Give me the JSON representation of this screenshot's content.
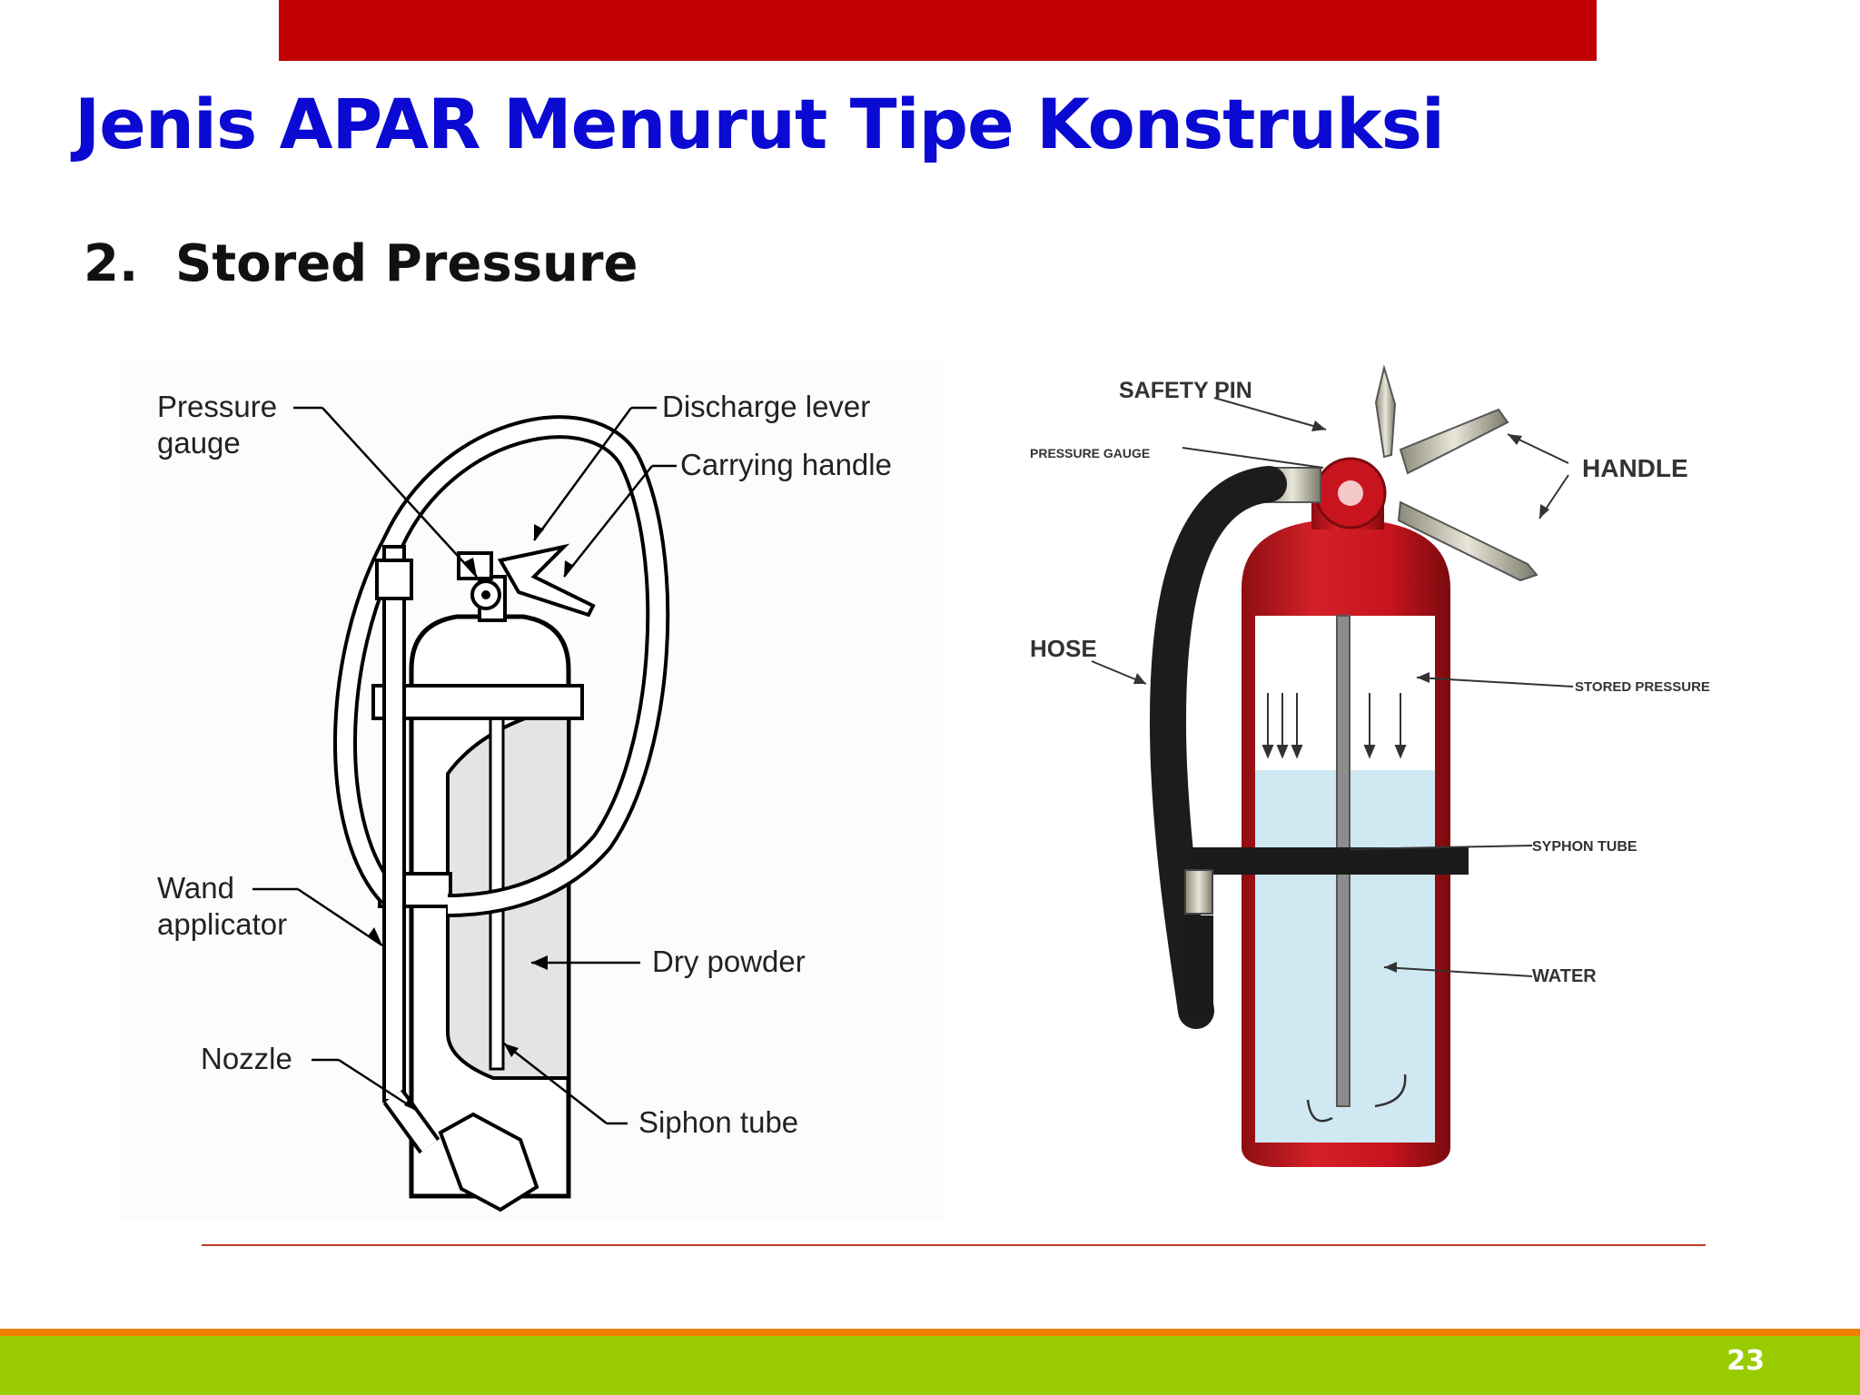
{
  "slide": {
    "title": "Jenis APAR Menurut Tipe Konstruksi",
    "subtitle_number": "2.",
    "subtitle_text": "Stored Pressure",
    "page_number": "23"
  },
  "colors": {
    "top_bar": "#c00000",
    "title": "#0a0ad2",
    "footer_green": "#99cc00",
    "footer_orange": "#f08000",
    "extinguisher_red": "#c8141e"
  },
  "diagram_left": {
    "labels": {
      "pressure_gauge_1": "Pressure",
      "pressure_gauge_2": "gauge",
      "discharge_lever": "Discharge lever",
      "carrying_handle": "Carrying handle",
      "wand_applicator_1": "Wand",
      "wand_applicator_2": "applicator",
      "dry_powder": "Dry powder",
      "nozzle": "Nozzle",
      "siphon_tube": "Siphon tube"
    }
  },
  "diagram_right": {
    "labels": {
      "safety_pin": "SAFETY PIN",
      "pressure_gauge": "PRESSURE GAUGE",
      "handle": "HANDLE",
      "hose": "HOSE",
      "stored_pressure": "STORED PRESSURE",
      "syphon_tube": "SYPHON TUBE",
      "water": "WATER"
    }
  }
}
